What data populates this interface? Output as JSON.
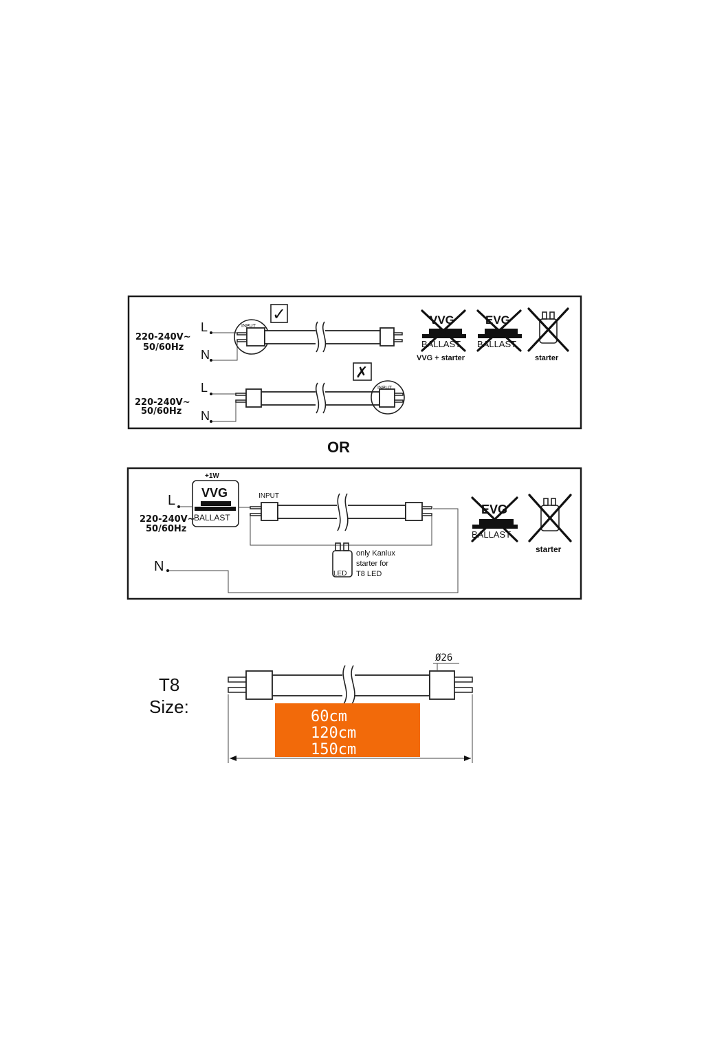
{
  "panel1": {
    "row1": {
      "voltage": "220-240V~",
      "frequency": "50/60Hz",
      "l_label": "L",
      "n_label": "N",
      "input_label": "INPUT",
      "check_mark": "✓"
    },
    "row2": {
      "voltage": "220-240V~",
      "frequency": "50/60Hz",
      "l_label": "L",
      "n_label": "N",
      "input_label": "INPUT",
      "cross_mark": "✗"
    },
    "not_compatible": [
      {
        "top": "VVG",
        "bottom": "BALLAST",
        "caption": "VVG + starter",
        "icon": "crossed-ballast-icon"
      },
      {
        "top": "EVG",
        "bottom": "BALLAST",
        "caption": "",
        "icon": "crossed-ballast-icon"
      },
      {
        "top": "",
        "bottom": "",
        "caption": "starter",
        "icon": "crossed-starter-icon"
      }
    ]
  },
  "or_label": "OR",
  "panel2": {
    "l_label": "L",
    "n_label": "N",
    "voltage": "220-240V~",
    "frequency": "50/60Hz",
    "ballast_power": "+1W",
    "ballast_top": "VVG",
    "ballast_bottom": "BALLAST",
    "input_label": "INPUT",
    "starter_text_1": "only Kanlux",
    "starter_text_2": "starter for",
    "starter_text_3": "T8 LED",
    "starter_badge": "LED",
    "not_compatible": [
      {
        "top": "EVG",
        "bottom": "BALLAST",
        "caption": "",
        "icon": "crossed-ballast-icon"
      },
      {
        "top": "",
        "bottom": "",
        "caption": "starter",
        "icon": "crossed-starter-icon"
      }
    ]
  },
  "size": {
    "title_line1": "T8",
    "title_line2": "Size:",
    "diameter": "Ø26",
    "lengths": [
      "60cm",
      "120cm",
      "150cm"
    ],
    "highlight_color": "#f26a0a"
  }
}
